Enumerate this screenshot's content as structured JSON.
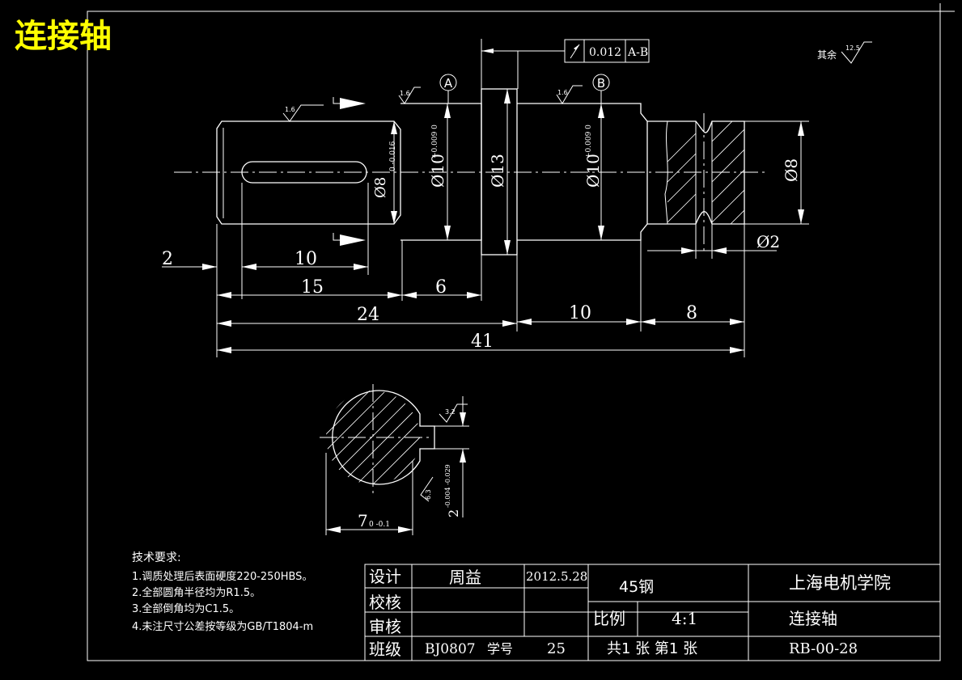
{
  "drawing_title": "连接轴",
  "dimensions": {
    "d_2": "2",
    "d_10_key": "10",
    "d_15": "15",
    "d_6": "6",
    "d_24": "24",
    "d_10": "10",
    "d_8": "8",
    "d_41": "41",
    "phi8_left": "Ø8",
    "phi8_left_tol": "0 -0.016",
    "phi10_a": "Ø10",
    "phi10_a_tol": "+0.009 0",
    "phi13": "Ø13",
    "phi10_b": "Ø10",
    "phi10_b_tol": "+0.009 0",
    "phi8_right": "Ø8",
    "phi2": "Ø2",
    "keyway_width": "2",
    "keyway_width_tol": "-0.004 -0.029",
    "section_depth": "7",
    "section_depth_tol": "0 -0.1"
  },
  "datums": {
    "a": "A",
    "b": "B"
  },
  "tolerance_frame": {
    "value": "0.012",
    "ref": "A-B"
  },
  "roughness": {
    "r1": "1.6",
    "r2": "1.6",
    "r3": "1.6",
    "r4": "3.2",
    "r5": "6.3",
    "other_label": "其余",
    "other_value": "12.5"
  },
  "tech_requirements": {
    "heading": "技术要求:",
    "items": [
      "1.调质处理后表面硬度220-250HBS。",
      "2.全部圆角半径均为R1.5。",
      "3.全部倒角均为C1.5。",
      "4.未注尺寸公差按等级为GB/T1804-m"
    ]
  },
  "title_block": {
    "design_label": "设计",
    "designer": "周益",
    "date": "2012.5.28",
    "material": "45钢",
    "school": "上海电机学院",
    "check_label": "校核",
    "review_label": "审核",
    "scale_label": "比例",
    "scale_value": "4:1",
    "part_name": "连接轴",
    "class_label": "班级",
    "class_value": "BJ0807",
    "student_label": "学号",
    "student_no": "25",
    "sheets": "共1 张  第1  张",
    "drawing_no": "RB-00-28"
  }
}
